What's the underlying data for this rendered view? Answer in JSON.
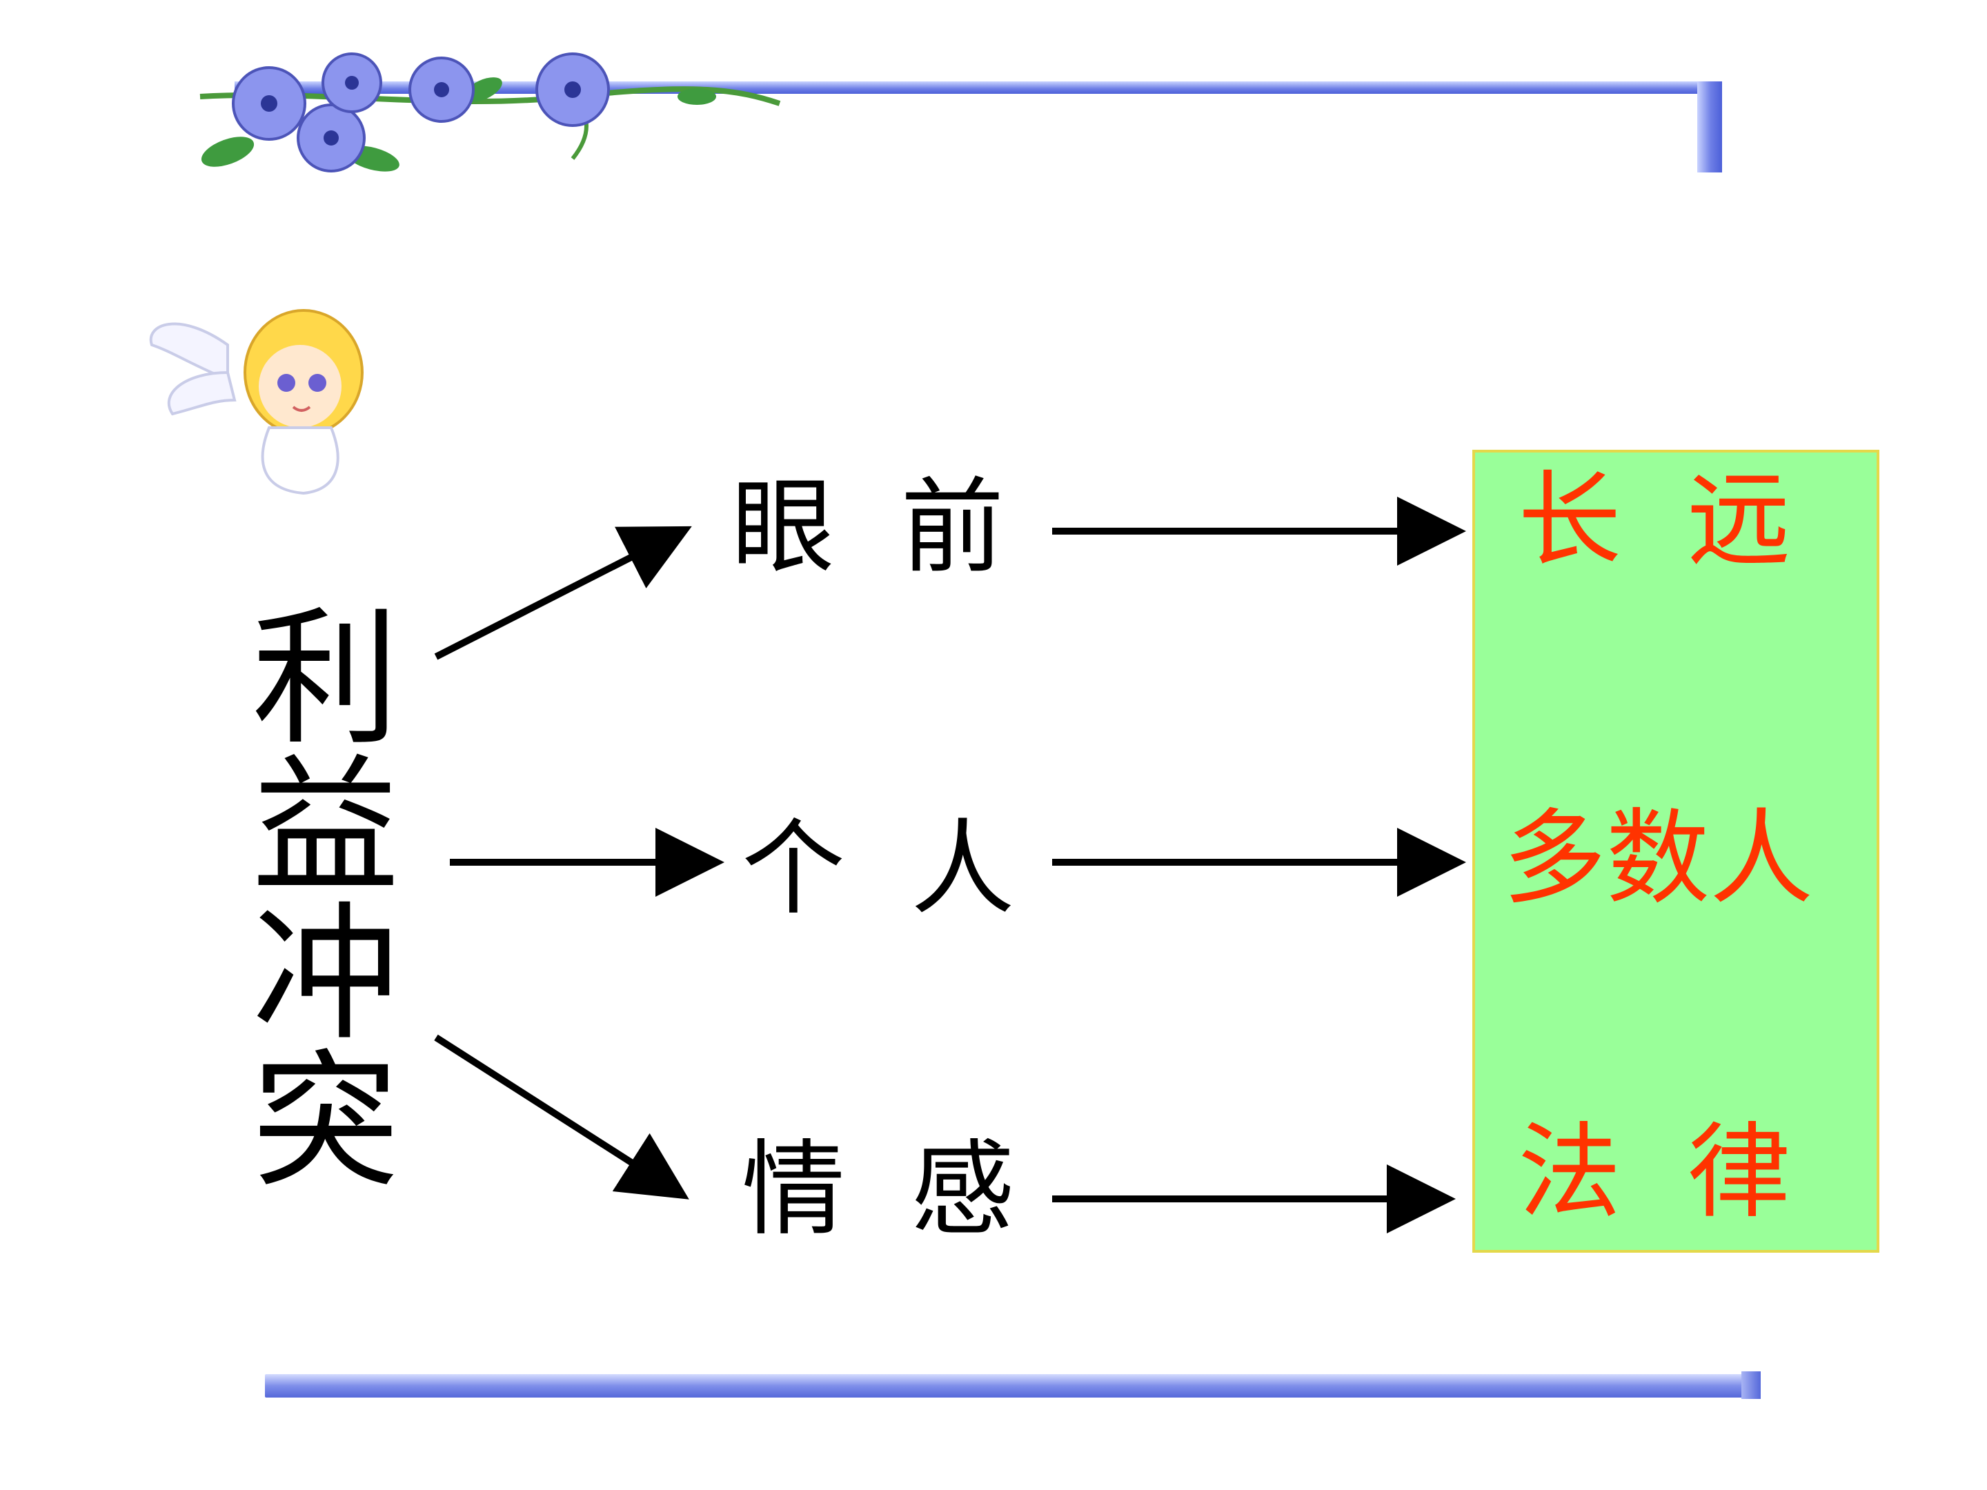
{
  "diagram": {
    "source_label": "利益冲突",
    "middle_labels": [
      "眼  前",
      "个  人",
      "情  感"
    ],
    "result_labels": [
      "长  远",
      "多数人",
      "法  律"
    ]
  },
  "colors": {
    "result_text": "#ff3300",
    "result_box": "#99ff99",
    "frame_bar": "#6d7ee6"
  },
  "decorations": {
    "top_left": "flower-vine-icon",
    "angel": "angel-icon"
  }
}
